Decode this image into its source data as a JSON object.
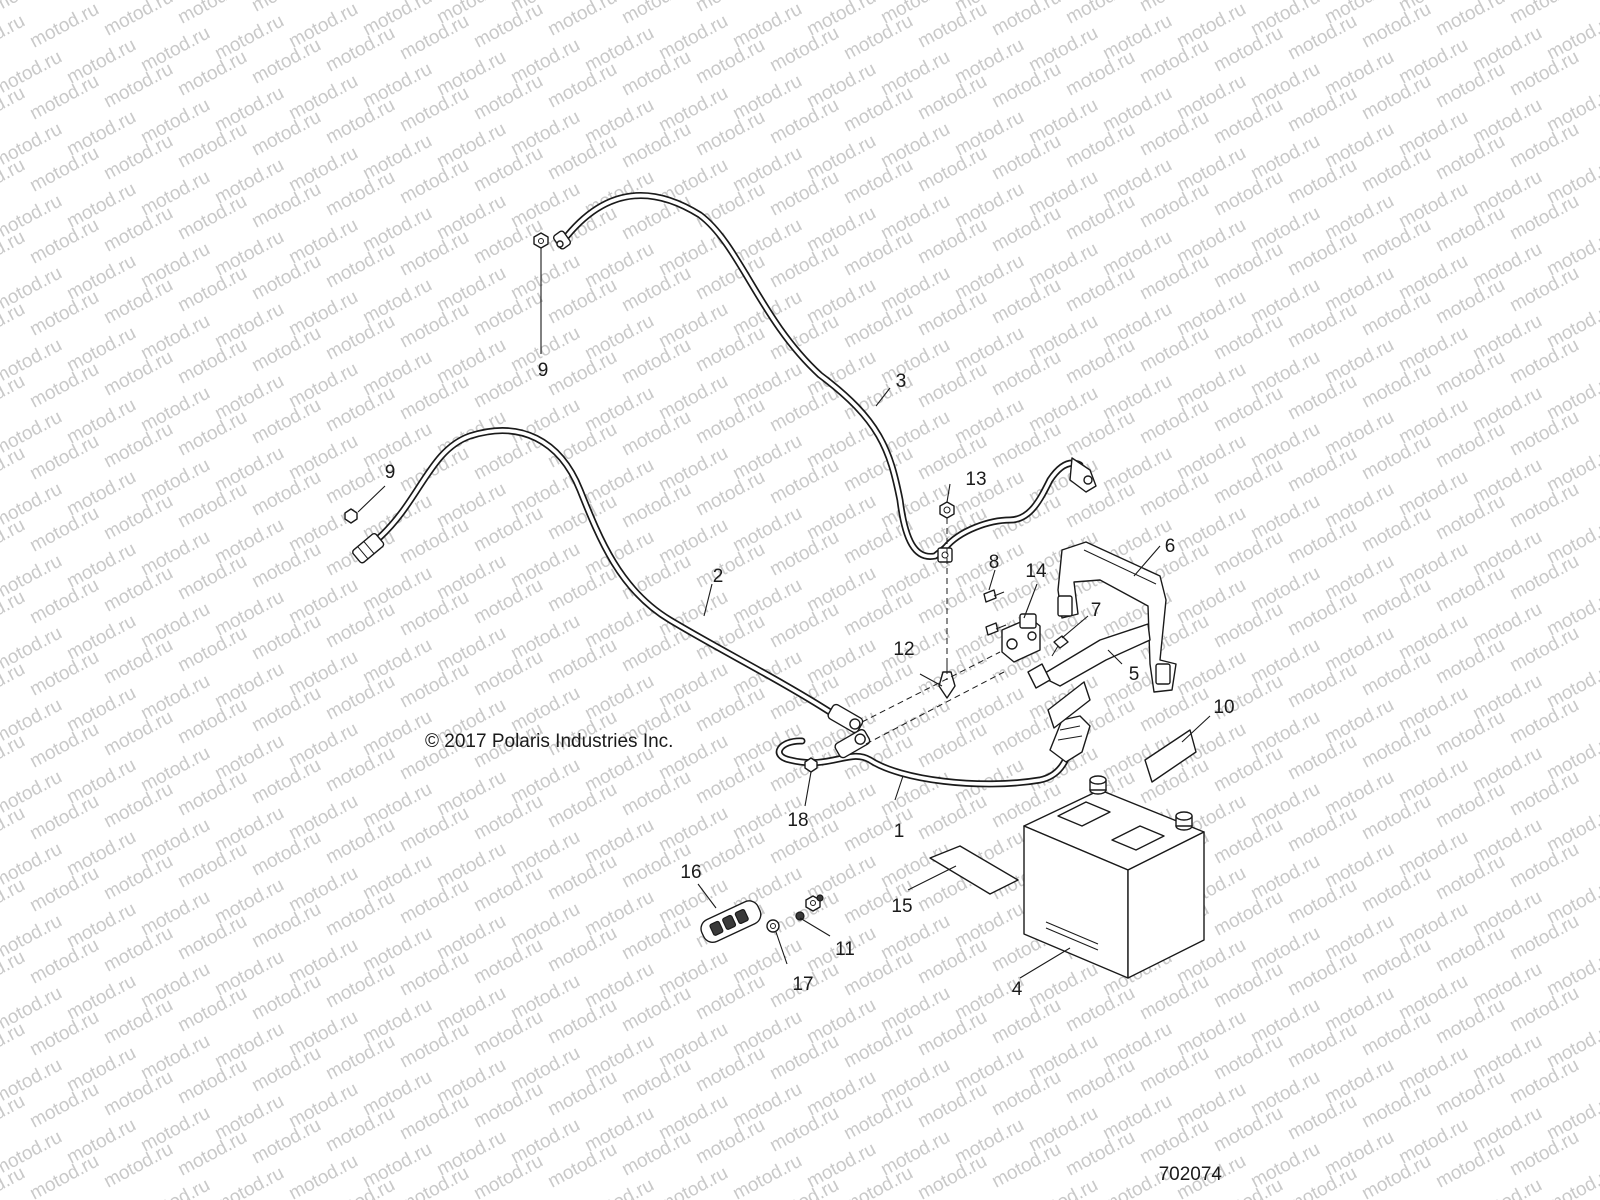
{
  "watermark": "motod.ru",
  "copyright": "© 2017 Polaris Industries Inc.",
  "drawing_number": "702074",
  "callouts": [
    {
      "id": "c1",
      "label": "1"
    },
    {
      "id": "c2",
      "label": "2"
    },
    {
      "id": "c3",
      "label": "3"
    },
    {
      "id": "c4",
      "label": "4"
    },
    {
      "id": "c5",
      "label": "5"
    },
    {
      "id": "c6",
      "label": "6"
    },
    {
      "id": "c7",
      "label": "7"
    },
    {
      "id": "c8",
      "label": "8"
    },
    {
      "id": "c9a",
      "label": "9"
    },
    {
      "id": "c9b",
      "label": "9"
    },
    {
      "id": "c10",
      "label": "10"
    },
    {
      "id": "c11",
      "label": "11"
    },
    {
      "id": "c12",
      "label": "12"
    },
    {
      "id": "c13",
      "label": "13"
    },
    {
      "id": "c14",
      "label": "14"
    },
    {
      "id": "c15",
      "label": "15"
    },
    {
      "id": "c16",
      "label": "16"
    },
    {
      "id": "c17",
      "label": "17"
    },
    {
      "id": "c18",
      "label": "18"
    }
  ]
}
